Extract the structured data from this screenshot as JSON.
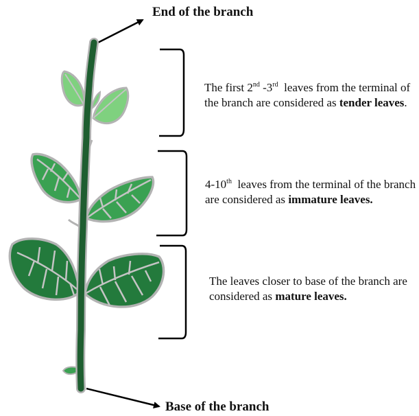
{
  "labels": {
    "end_of_branch": "End of the branch",
    "base_of_branch": "Base of the branch"
  },
  "descriptions": {
    "tender": {
      "line1_pre": "The first 2",
      "line1_sup1": "nd",
      "line1_mid": " -3",
      "line1_sup2": "rd",
      "line1_post": "  leaves from the terminal of",
      "line2_pre": "the branch are considered as ",
      "line2_bold": "tender leaves",
      "line2_post": "."
    },
    "immature": {
      "line1_pre": "4-10",
      "line1_sup": "th",
      "line1_post": "  leaves from the terminal of the branch",
      "line2_pre": "are considered as ",
      "line2_bold": "immature leaves."
    },
    "mature": {
      "line1": "The leaves closer to base of the branch are",
      "line2_pre": "considered as ",
      "line2_bold": "mature leaves."
    }
  },
  "colors": {
    "stem": "#1e5e30",
    "outline": "#b3b3b3",
    "tender_leaf": "#7fd17f",
    "immature_leaf": "#3aa152",
    "mature_leaf": "#237a3c",
    "vein": "#c4c4c4",
    "arrow": "#000000"
  }
}
